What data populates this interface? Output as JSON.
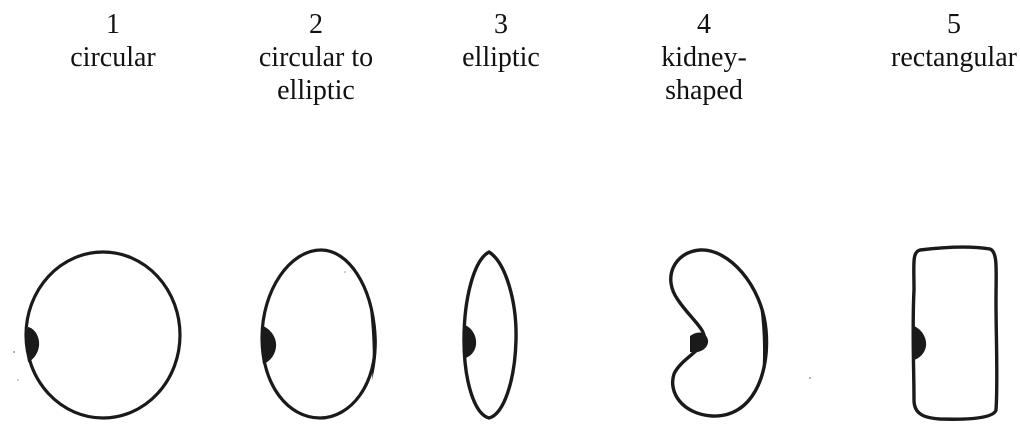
{
  "shapes": [
    {
      "number": "1",
      "name_lines": [
        "circular"
      ]
    },
    {
      "number": "2",
      "name_lines": [
        "circular to",
        "elliptic"
      ]
    },
    {
      "number": "3",
      "name_lines": [
        "elliptic"
      ]
    },
    {
      "number": "4",
      "name_lines": [
        "kidney-",
        "shaped"
      ]
    },
    {
      "number": "5",
      "name_lines": [
        "rectangular"
      ]
    }
  ]
}
